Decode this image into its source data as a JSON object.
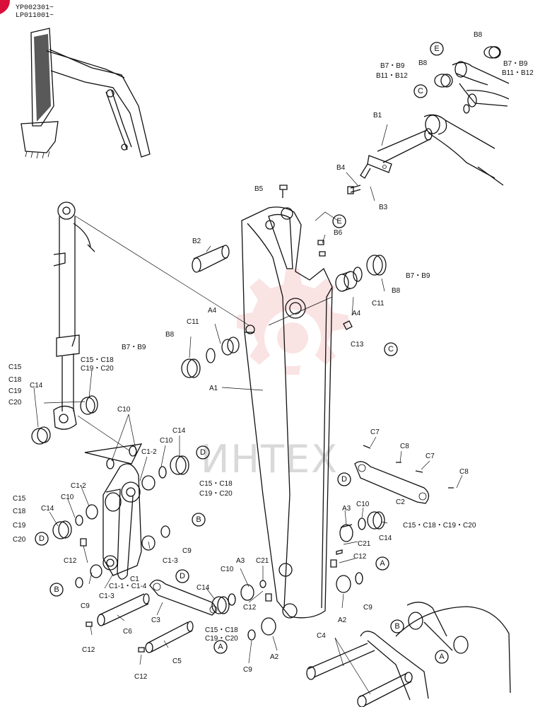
{
  "header": {
    "serial_1": "YP002301~",
    "serial_2": "LP011001~"
  },
  "watermark": {
    "text": "ИНТЕХ",
    "color": "#f4c2c2"
  },
  "callouts": {
    "top_E": "E",
    "top_C": "C",
    "boom_E": "E",
    "mid_C": "C",
    "right_D": "D",
    "left_D": "D",
    "right_B": "B",
    "left_B": "B",
    "link_D": "D",
    "bottom_A": "A",
    "right_A": "A",
    "bucket_B": "B",
    "bucket_A": "A"
  },
  "labels": {
    "b8_a": "B8",
    "b7b9_a": "B7・B9",
    "b11b12_a": "B11・B12",
    "b8_b": "B8",
    "b7b9_b": "B7・B9",
    "b11b12_b": "B11・B12",
    "b1": "B1",
    "b4": "B4",
    "b3": "B3",
    "b5": "B5",
    "b6": "B6",
    "b2": "B2",
    "b7b9_c": "B7・B9",
    "b8_c": "B8",
    "c11_a": "C11",
    "a4_a": "A4",
    "c13": "C13",
    "c11_b": "C11",
    "a4_b": "A4",
    "b8_d": "B8",
    "b7b9_d": "B7・B9",
    "a1": "A1",
    "c15_l1": "C15",
    "c15_l2": "C18",
    "c15_l3": "C19",
    "c15_l4": "C20",
    "c14_a": "C14",
    "c15c18_a": "C15・C18",
    "c19c20_a": "C19・C20",
    "c10_a": "C10",
    "c1_2_a": "C1-2",
    "c10_b": "C10",
    "c14_b": "C14",
    "c15c18_b": "C15・C18",
    "c19c20_b": "C19・C20",
    "c7_a": "C7",
    "c8_a": "C8",
    "c7_b": "C7",
    "c8_b": "C8",
    "c2": "C2",
    "c1_2_b": "C1-2",
    "c10_c": "C10",
    "c15_m1": "C15",
    "c15_m2": "C18",
    "c15_m3": "C19",
    "c15_m4": "C20",
    "c14_c": "C14",
    "c12_a": "C12",
    "c9_a": "C9",
    "c1_3_a": "C1-3",
    "c1": "C1",
    "c1_1_4": "C1-1・C1-4",
    "c9_b": "C9",
    "c1_3_b": "C1-3",
    "a3_a": "A3",
    "c10_d": "C10",
    "c14_d": "C14",
    "c15c18c19c20": "C15・C18・C19・C20",
    "c21_a": "C21",
    "c12_b": "C12",
    "c9_c": "C9",
    "a2_a": "A2",
    "c10_e": "C10",
    "a3_b": "A3",
    "c21_b": "C21",
    "c12_c": "C12",
    "c14_e": "C14",
    "c15c18_c": "C15・C18",
    "c19c20_c": "C19・C20",
    "c3": "C3",
    "c6": "C6",
    "c12_d": "C12",
    "c5": "C5",
    "c12_e": "C12",
    "c9_d": "C9",
    "a2_b": "A2",
    "c4": "C4"
  }
}
